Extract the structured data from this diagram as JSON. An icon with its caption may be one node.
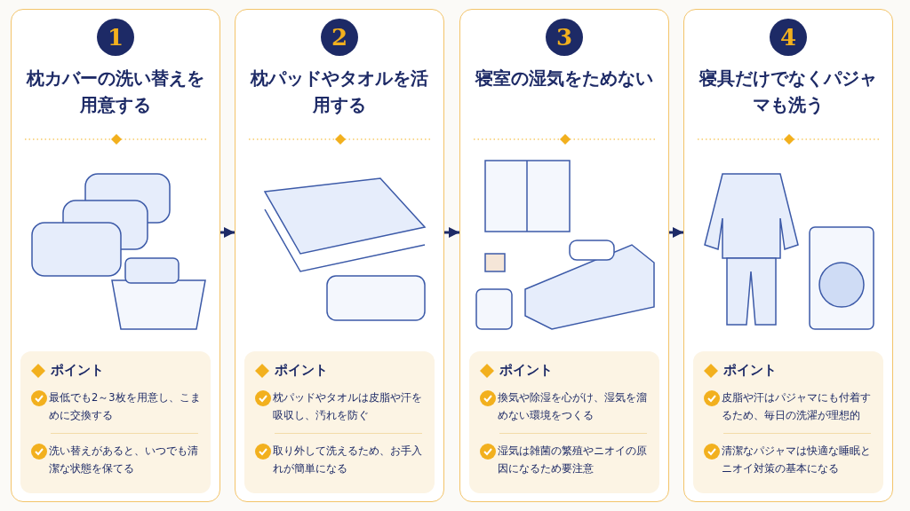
{
  "diagram": {
    "nodes": [
      {
        "text": [
          "1",
          "枕カバーの洗い替えを用意する"
        ]
      },
      {
        "text": [
          "ポイント",
          "最低でも2～3枚を用意し、こまめに交換する",
          "洗い替えがあると、いつでも清潔な状態を保てる"
        ],
        "in": 0
      },
      {
        "text": [
          "2",
          "枕パッドやタオルを活用する"
        ]
      },
      {
        "text": [
          "ポイント",
          "枕パッドやタオルは皮脂や汗を吸収し、汚れを防ぐ",
          "取り外して洗えるため、お手入れが簡単になる"
        ],
        "in": 2
      },
      {
        "text": [
          "3",
          "寝室の湿気をためない"
        ]
      },
      {
        "text": [
          "ポイント",
          "換気や除湿を心がけ、湿気を溜めない環境をつくる",
          "湿気は雑菌の繁殖やニオイの原因になるため要注意"
        ],
        "in": 4
      },
      {
        "text": [
          "4",
          "寝具だけでなくパジャマも洗う"
        ]
      },
      {
        "text": [
          "ポイント",
          "皮脂や汗はパジャマにも付着するため、毎日の洗濯が理想的",
          "清潔なパジャマは快適な睡眠とニオイ対策の基本になる"
        ],
        "in": 6
      }
    ],
    "edges": [
      {
        "from": 0,
        "to": 2,
        "arrow": "to"
      },
      {
        "from": 2,
        "to": 4,
        "arrow": "to"
      },
      {
        "from": 4,
        "to": 6,
        "arrow": "to"
      }
    ]
  }
}
